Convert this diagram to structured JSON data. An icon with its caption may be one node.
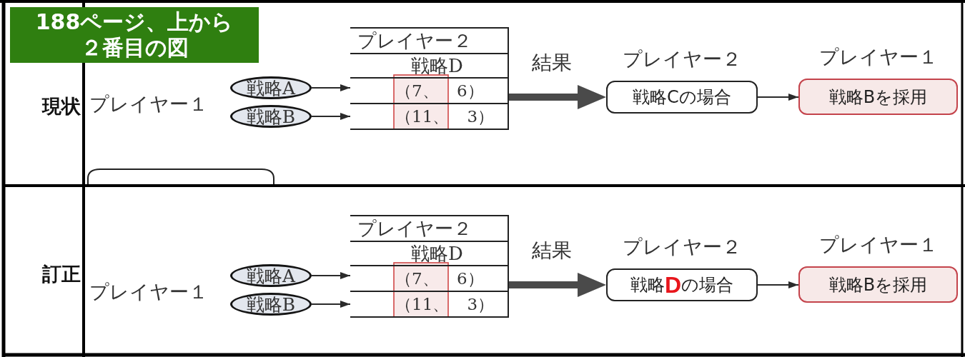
{
  "diagram": {
    "title": "188ページ、上から２番目の図",
    "nodes": [
      {
        "text": [
          "戦略A"
        ]
      },
      {
        "text": [
          "戦略B"
        ]
      },
      {
        "text": [
          "プレイヤー２",
          "戦略D"
        ]
      },
      {
        "text": [
          "（7、 6）"
        ],
        "in": 2
      },
      {
        "text": [
          "（11、 3）"
        ],
        "in": 2
      },
      {
        "text": [
          "戦略Cの場合"
        ],
        "beside": [
          "プレイヤー２"
        ]
      },
      {
        "text": [
          "戦略Bを採用"
        ],
        "beside": [
          "プレイヤー１"
        ]
      },
      {
        "text": [
          "戦略A"
        ]
      },
      {
        "text": [
          "戦略B"
        ]
      },
      {
        "text": [
          "プレイヤー２",
          "戦略D"
        ]
      },
      {
        "text": [
          "（7、 6）"
        ],
        "in": 9
      },
      {
        "text": [
          "（11、 3）"
        ],
        "in": 9
      },
      {
        "text": [
          "戦略**D**の場合"
        ],
        "beside": [
          "プレイヤー２"
        ]
      },
      {
        "text": [
          "戦略Bを採用"
        ],
        "beside": [
          "プレイヤー１"
        ]
      }
    ],
    "edges": [
      {
        "from": 0,
        "to": 3,
        "arrow": "to"
      },
      {
        "from": 1,
        "to": 4,
        "arrow": "to"
      },
      {
        "from": 2,
        "to": 5,
        "arrow": "to",
        "label": "結果",
        "style": "thick"
      },
      {
        "from": 5,
        "to": 6,
        "arrow": "to"
      },
      {
        "from": 7,
        "to": 10,
        "arrow": "to"
      },
      {
        "from": 8,
        "to": 11,
        "arrow": "to"
      },
      {
        "from": 9,
        "to": 12,
        "arrow": "to",
        "label": "結果",
        "style": "thick"
      },
      {
        "from": 12,
        "to": 13,
        "arrow": "to"
      }
    ],
    "labels": [
      "現状",
      "プレイヤー１",
      "訂正",
      "プレイヤー１"
    ]
  }
}
